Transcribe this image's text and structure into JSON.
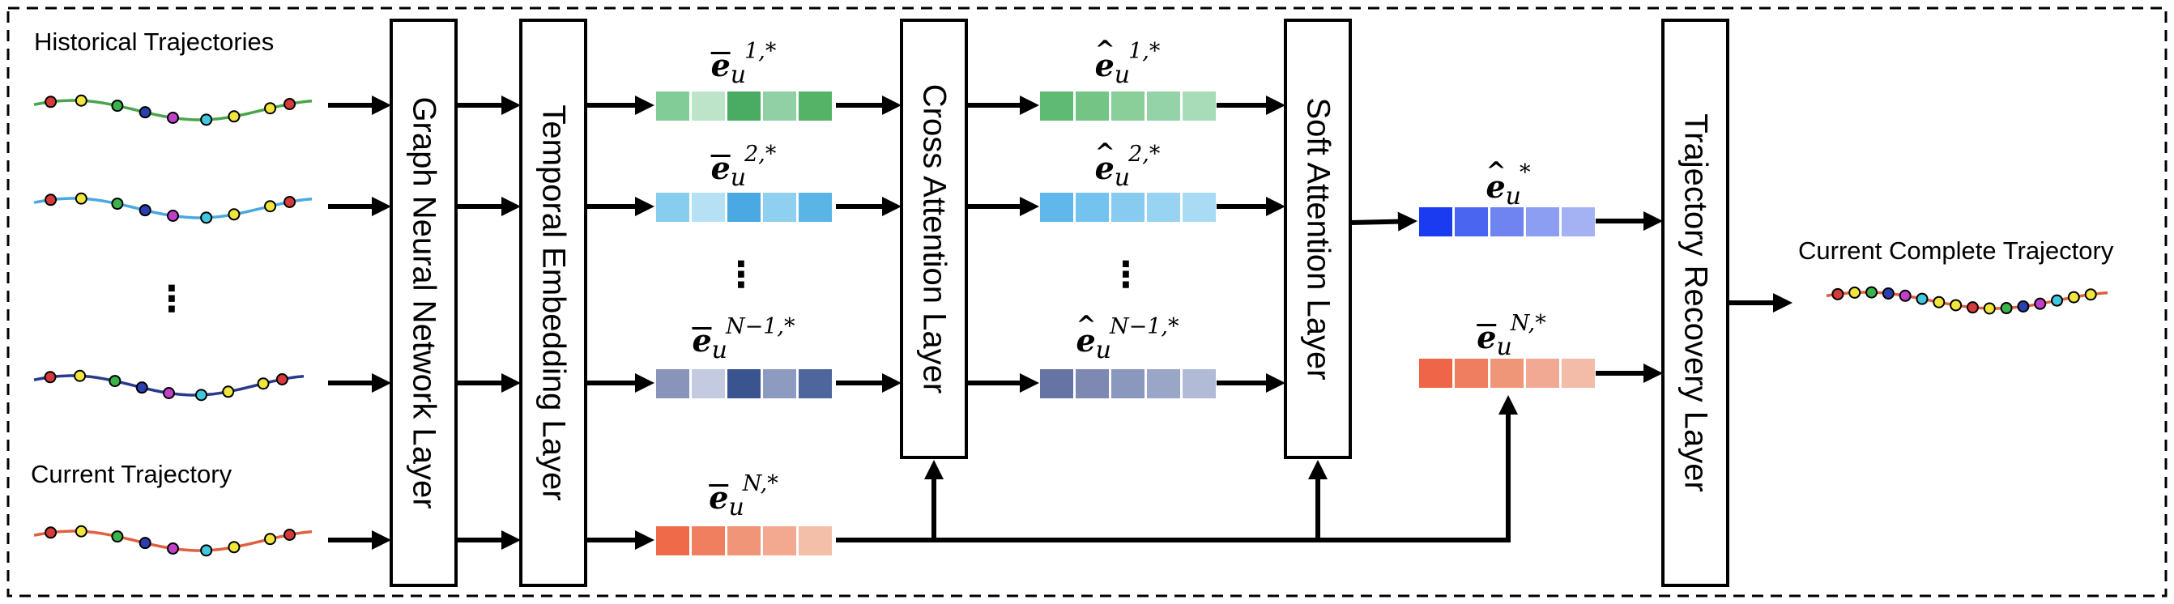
{
  "section_labels": {
    "historical": "Historical Trajectories",
    "current": "Current Trajectory",
    "output": "Current Complete Trajectory"
  },
  "layers": {
    "gnn": "Graph Neural Network Layer",
    "temporal": "Temporal Embedding Layer",
    "cross": "Cross Attention Layer",
    "soft": "Soft Attention Layer",
    "recovery": "Trajectory Recovery Layer"
  },
  "ellipsis": "⋮",
  "embeddings": {
    "bar_1_sup": "1,*",
    "bar_2_sup": "2,*",
    "bar_n1_sup": "N−1,*",
    "bar_n_sup": "N,*",
    "hat_1_sup": "1,*",
    "hat_2_sup": "2,*",
    "hat_n1_sup": "N−1,*",
    "hat_star_sup": "*",
    "bar_n_right_sup": "N,*",
    "sub": "u"
  },
  "colors": {
    "green": [
      "#82cc98",
      "#bde3c8",
      "#4aab62",
      "#90d0a4",
      "#55b368"
    ],
    "green_hat": [
      "#5fba74",
      "#74c486",
      "#8acf9a",
      "#94d3a8",
      "#a8dcb9"
    ],
    "cyan": [
      "#86cdee",
      "#b6e0f4",
      "#4aa8e2",
      "#8fcff0",
      "#5ab4e6"
    ],
    "cyan_hat": [
      "#5fb7eb",
      "#74c3ef",
      "#88cbf0",
      "#98d3f2",
      "#a9dcf4"
    ],
    "slate": [
      "#8894ba",
      "#c4cbe0",
      "#3a5490",
      "#8e9bc0",
      "#4e669c"
    ],
    "slate_hat": [
      "#6674a4",
      "#7d89b2",
      "#8b98bd",
      "#9aa6c7",
      "#b1bbd5"
    ],
    "orange": [
      "#ef6a48",
      "#f07f60",
      "#f09578",
      "#f2a990",
      "#f4bfa9"
    ],
    "orange_right": [
      "#ee6548",
      "#ef7e61",
      "#f09678",
      "#f1a994",
      "#f3bca8"
    ],
    "blue": [
      "#1a3bf0",
      "#4a65f0",
      "#6f84f0",
      "#8b9ef2",
      "#a4b2f4"
    ],
    "node_colors": [
      "#d63a3a",
      "#f0e63c",
      "#3ab44a",
      "#2a3fb0",
      "#c040c8",
      "#40c8e0",
      "#f0e63c",
      "#f0e63c"
    ]
  }
}
